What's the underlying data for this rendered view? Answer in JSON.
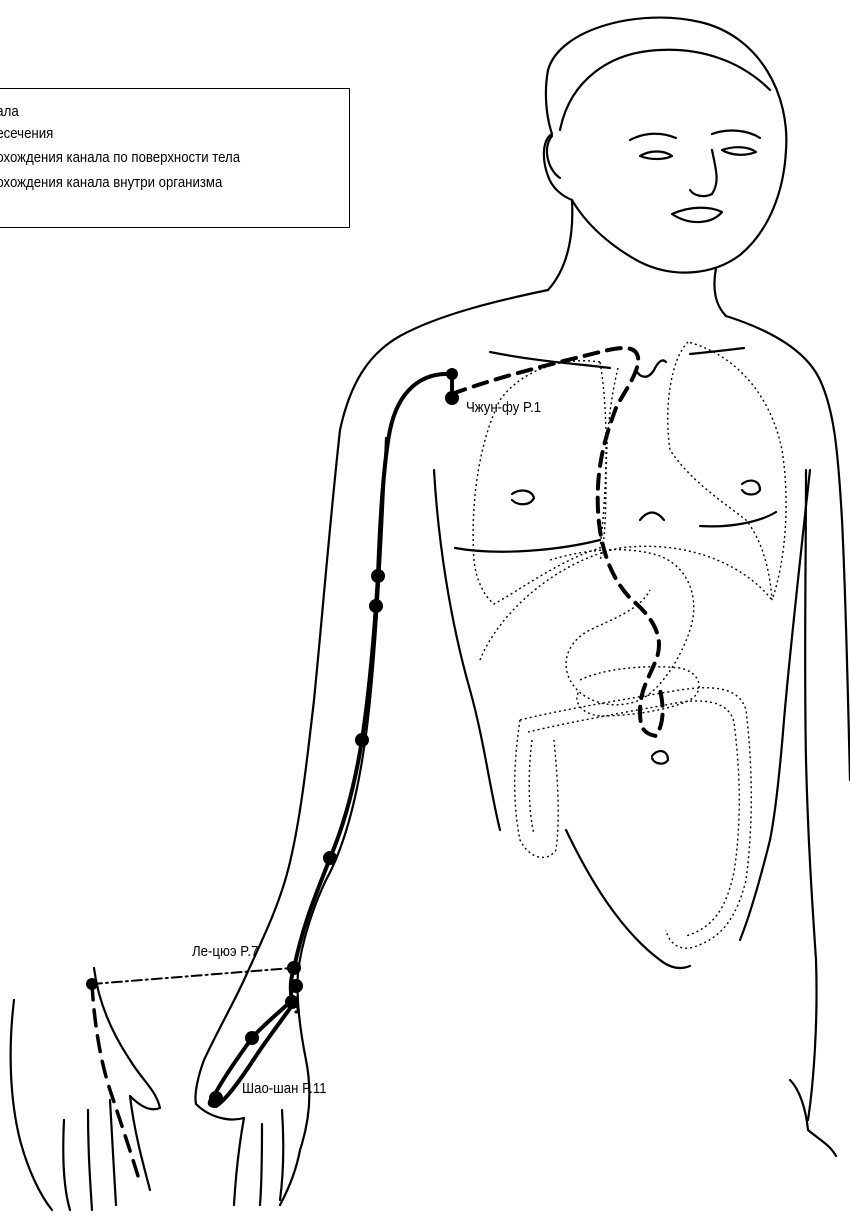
{
  "legend": {
    "items": [
      "нала",
      "ресечения",
      "рохождения канала по поверхности тела",
      "рохождения канала внутри организма"
    ]
  },
  "points": {
    "p1": "Чжун-фу P.1",
    "p7": "Ле-цюэ P.7",
    "p11": "Шао-шан P.11"
  },
  "colors": {
    "line": "#000000",
    "background": "#ffffff"
  }
}
